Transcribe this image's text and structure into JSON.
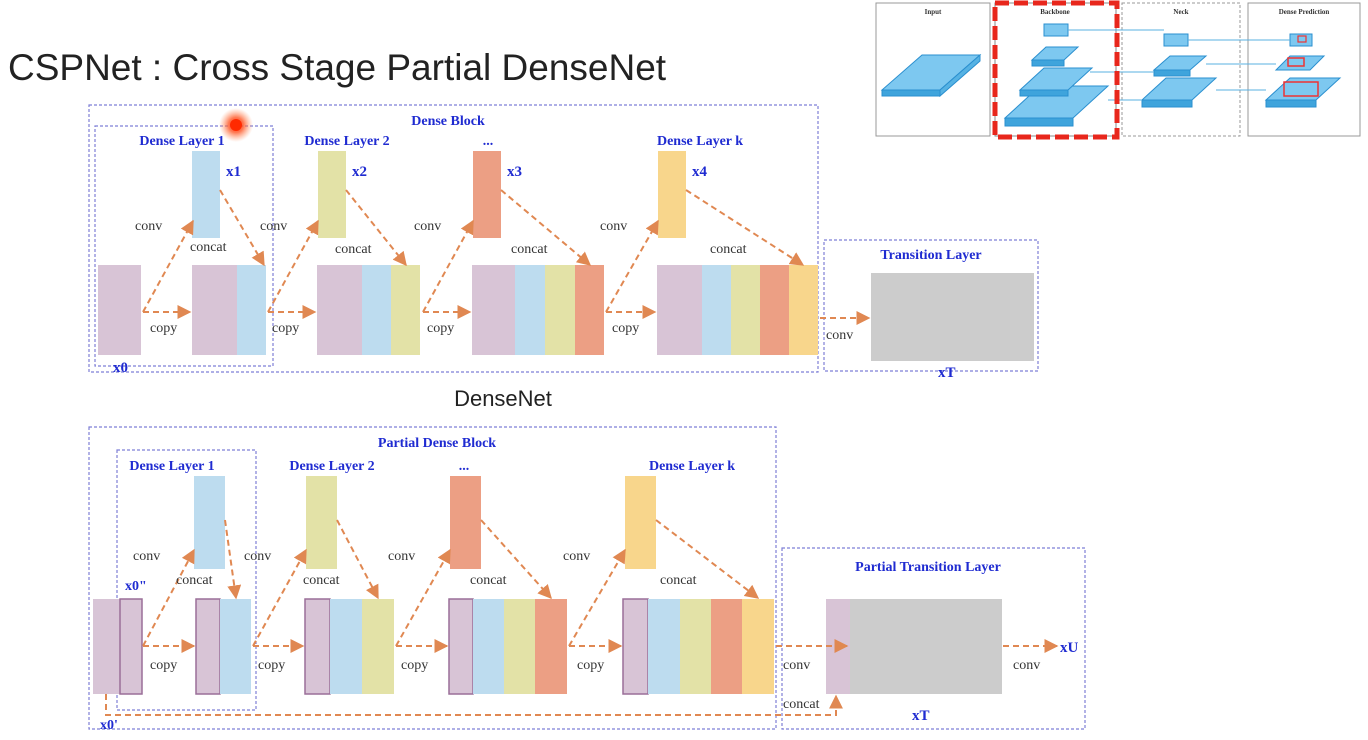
{
  "slide_title": "CSPNet : Cross Stage Partial DenseNet",
  "colors": {
    "purple": "#d8c4d6",
    "blue": "#bddcef",
    "olive": "#e3e2a7",
    "salmon": "#ec9f84",
    "yellow": "#f8d68c",
    "gray": "#cccccc",
    "arrow": "#e08852",
    "label_blue": "#1f2bd1",
    "border": "#7e7fd6"
  },
  "densenet": {
    "caption": "DenseNet",
    "block_label": "Dense Block",
    "layer_labels": [
      "Dense Layer 1",
      "Dense Layer 2",
      "...",
      "Dense Layer k"
    ],
    "x_labels": [
      "x1",
      "x2",
      "x3",
      "x4"
    ],
    "x0_label": "x0",
    "transition_label": "Transition Layer",
    "xt_label": "xT",
    "conv": "conv",
    "concat": "concat",
    "copy": "copy"
  },
  "cspnet": {
    "block_label": "Partial Dense Block",
    "layer_labels": [
      "Dense Layer 1",
      "Dense Layer 2",
      "...",
      "Dense Layer k"
    ],
    "x0_top_label": "x0\"",
    "x0_bottom_label": "x0'",
    "transition_label": "Partial Transition Layer",
    "xt_label": "xT",
    "xu_label": "xU",
    "conv": "conv",
    "concat": "concat",
    "copy": "copy"
  },
  "inset": {
    "panels": [
      "Input",
      "Backbone",
      "Neck",
      "Dense Prediction"
    ],
    "highlighted_panel": "Backbone"
  }
}
